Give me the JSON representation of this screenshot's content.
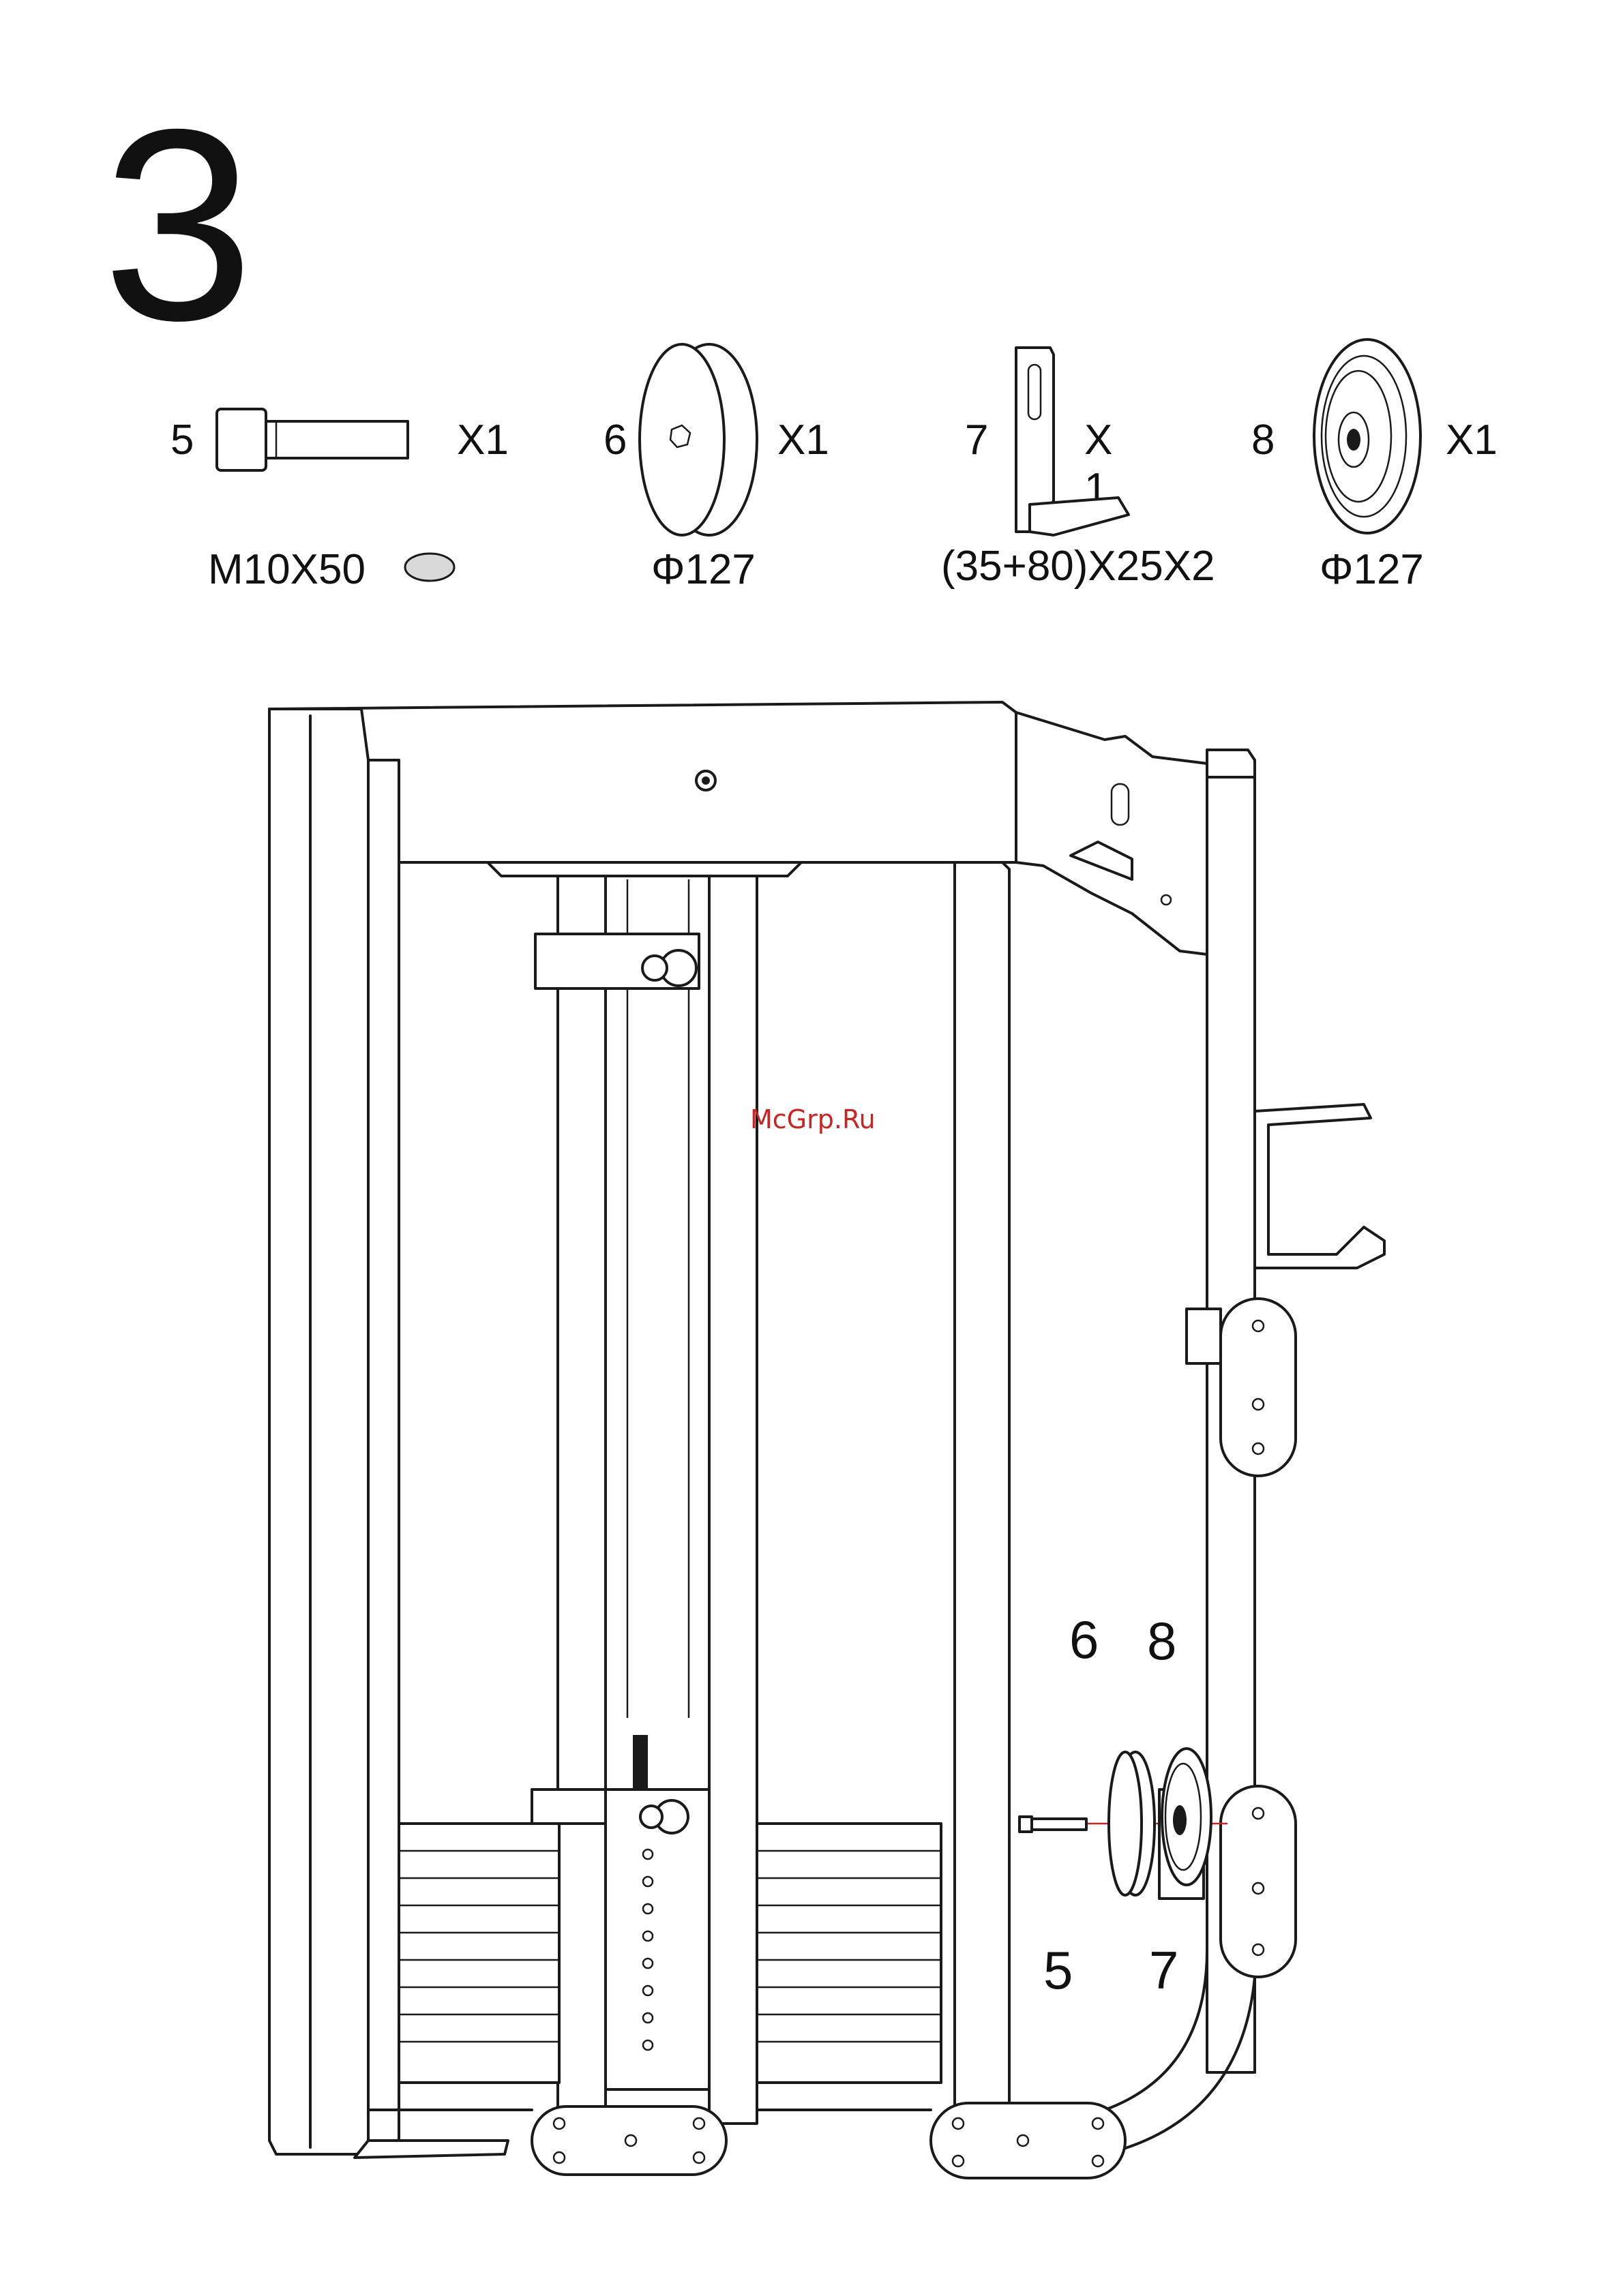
{
  "step": {
    "number": "3"
  },
  "parts": [
    {
      "num": "5",
      "qty": "X1",
      "size": "M10X50",
      "icon": "bolt-icon"
    },
    {
      "num": "6",
      "qty": "X1",
      "size": "Φ127",
      "icon": "pulley-cover-icon"
    },
    {
      "num": "7",
      "qty": "X 1",
      "size": "(35+80)X25X2",
      "icon": "bracket-icon"
    },
    {
      "num": "8",
      "qty": "X1",
      "size": "Φ127",
      "icon": "pulley-icon"
    }
  ],
  "watermark": "McGrp.Ru",
  "callouts": {
    "c6": "6",
    "c8": "8",
    "c5": "5",
    "c7": "7"
  },
  "colors": {
    "line": "#1a1a1a",
    "watermark": "#cc2222",
    "washer": "#d9d9d9",
    "axis": "#cc2222"
  }
}
